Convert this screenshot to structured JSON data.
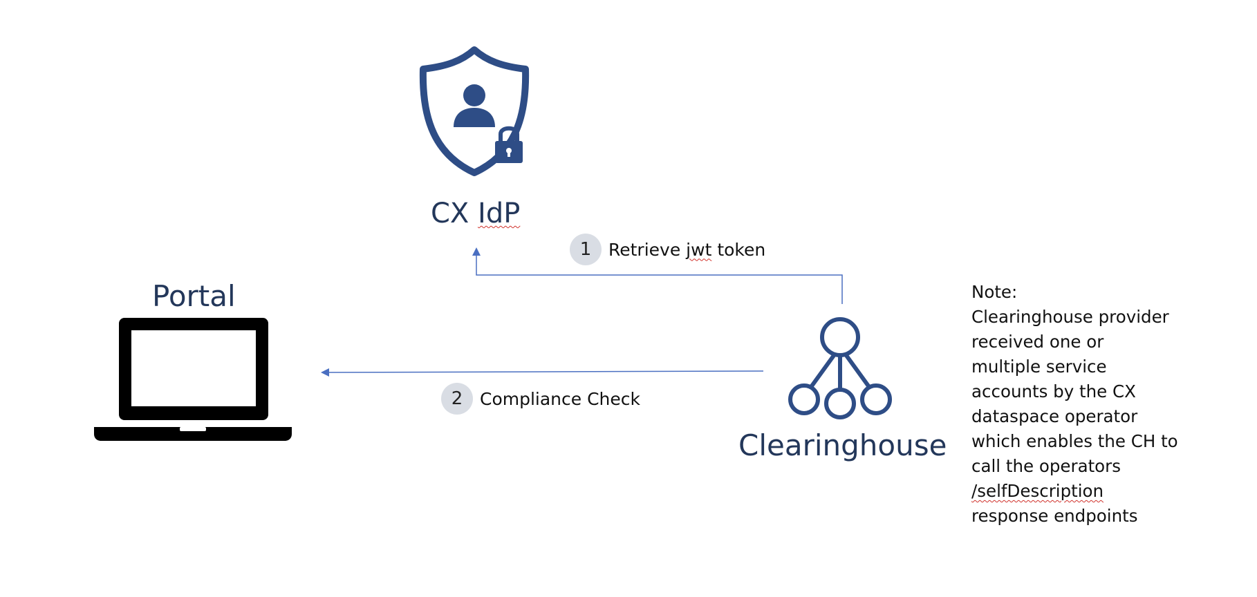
{
  "nodes": {
    "idp": {
      "label_prefix": "CX ",
      "label_marked": "IdP",
      "icon": "shield-user-lock-icon"
    },
    "portal": {
      "label": "Portal",
      "icon": "laptop-icon"
    },
    "clearinghouse": {
      "label": "Clearinghouse",
      "icon": "hierarchy-network-icon"
    }
  },
  "steps": [
    {
      "number": "1",
      "text_before": "Retrieve ",
      "text_marked": "jwt",
      "text_after": " token"
    },
    {
      "number": "2",
      "text": "Compliance Check"
    }
  ],
  "note": {
    "heading": "Note:",
    "lines": [
      "Clearinghouse provider",
      "received one or",
      "multiple service",
      "accounts by the CX",
      "dataspace operator",
      "which enables the CH to",
      "call the operators"
    ],
    "marked_line": "/selfDescription",
    "last_line": "response endpoints"
  },
  "colors": {
    "icon_blue": "#2e4d86",
    "label_navy": "#23375a",
    "arrow_blue": "#4a6fc1",
    "badge_gray": "#d9dde4",
    "spellcheck_red": "#d0302a"
  }
}
